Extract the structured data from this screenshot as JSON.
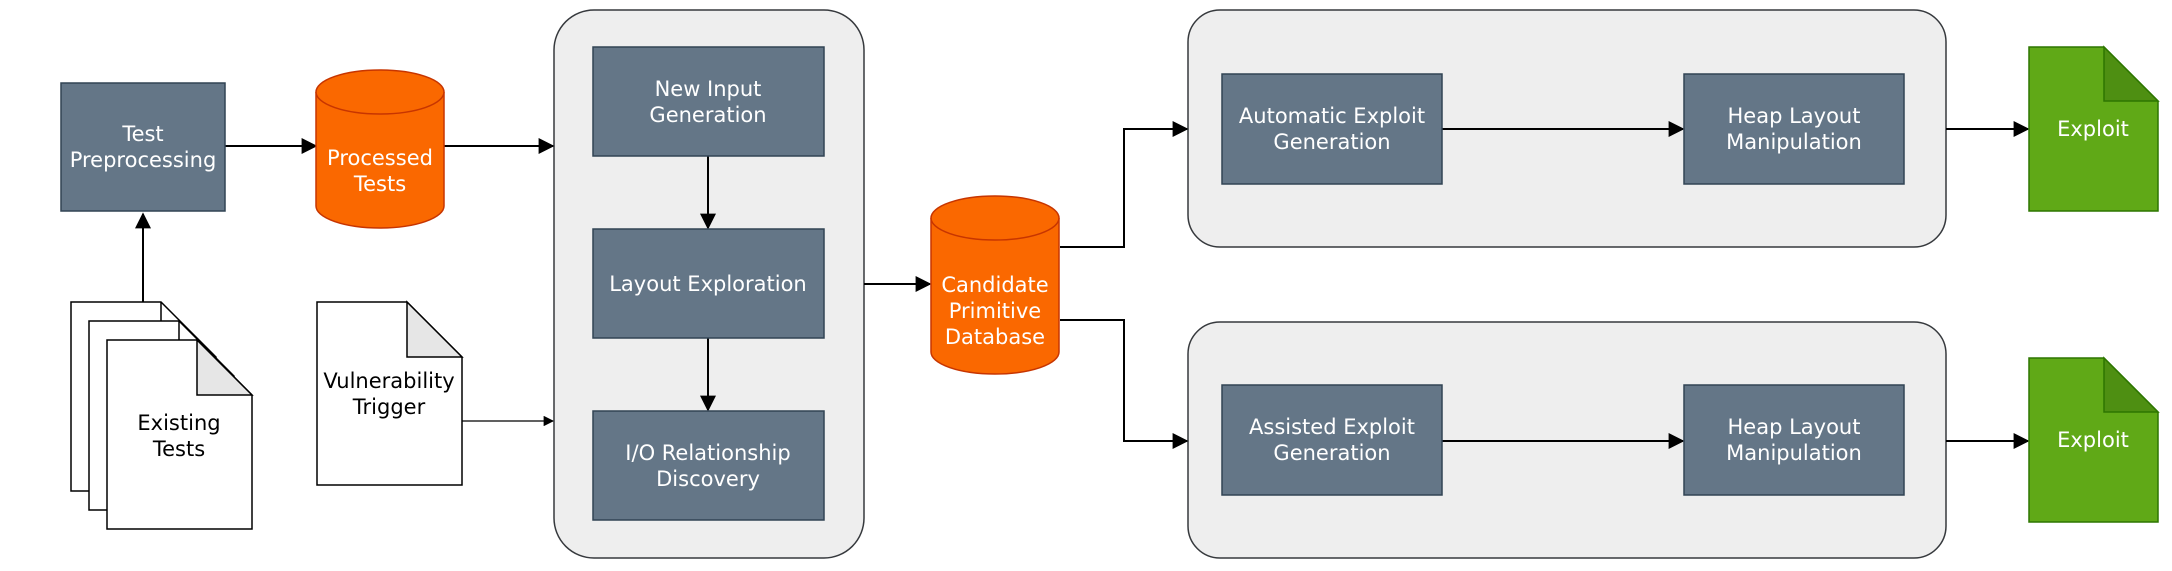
{
  "colors": {
    "process_box": "#647687",
    "process_border": "#314354",
    "database": "#fa6800",
    "database_border": "#c73500",
    "exploit_doc": "#60a917",
    "exploit_doc_border": "#2d7600",
    "container_fill": "#eeeeee",
    "container_border": "#36393d",
    "edge": "#000000"
  },
  "nodes": {
    "test_preprocessing": [
      "Test",
      "Preprocessing"
    ],
    "processed_tests": [
      "Processed",
      "Tests"
    ],
    "existing_tests": [
      "Existing",
      "Tests"
    ],
    "vulnerability_trigger": [
      "Vulnerability",
      "Trigger"
    ],
    "new_input_generation": [
      "New Input",
      "Generation"
    ],
    "layout_exploration": [
      "Layout Exploration"
    ],
    "io_relationship_discovery": [
      "I/O Relationship",
      "Discovery"
    ],
    "candidate_primitive_database": [
      "Candidate",
      "Primitive",
      "Database"
    ],
    "automatic_exploit_generation": [
      "Automatic Exploit",
      "Generation"
    ],
    "heap_layout_manipulation_top": [
      "Heap Layout",
      "Manipulation"
    ],
    "assisted_exploit_generation": [
      "Assisted Exploit",
      "Generation"
    ],
    "heap_layout_manipulation_bottom": [
      "Heap Layout",
      "Manipulation"
    ],
    "exploit_top": [
      "Exploit"
    ],
    "exploit_bottom": [
      "Exploit"
    ]
  }
}
